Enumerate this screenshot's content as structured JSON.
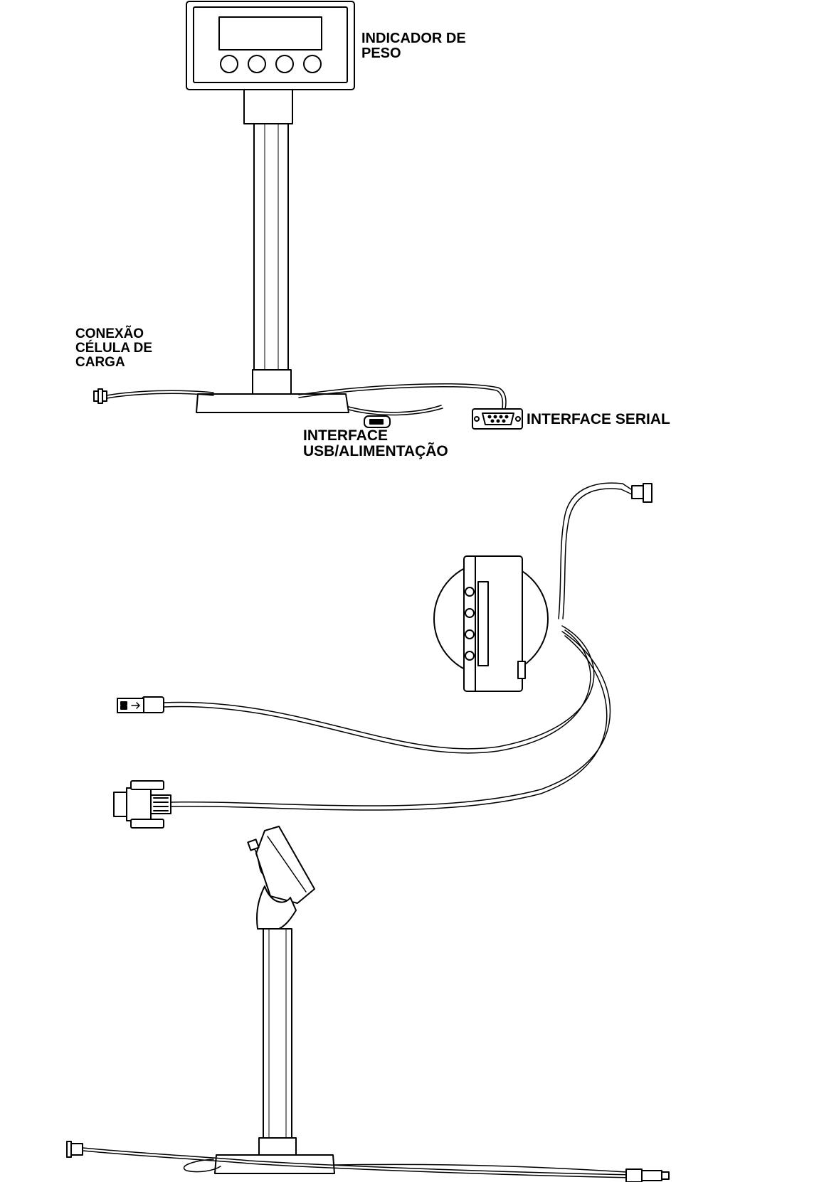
{
  "labels": {
    "indicator": [
      "INDICADOR DE",
      "PESO"
    ],
    "load_cell": [
      "CONEXÃO",
      "CÉLULA DE",
      "CARGA"
    ],
    "usb_power": [
      "INTERFACE",
      "USB/ALIMENTAÇÃO"
    ],
    "serial": [
      "INTERFACE SERIAL"
    ]
  },
  "colors": {
    "line": "#000000",
    "fill": "#ffffff",
    "label": "#000000"
  },
  "icons": [
    "display-panel",
    "keypad-buttons",
    "pole",
    "base",
    "db9-connector",
    "usb-connector",
    "load-cell-plug"
  ]
}
